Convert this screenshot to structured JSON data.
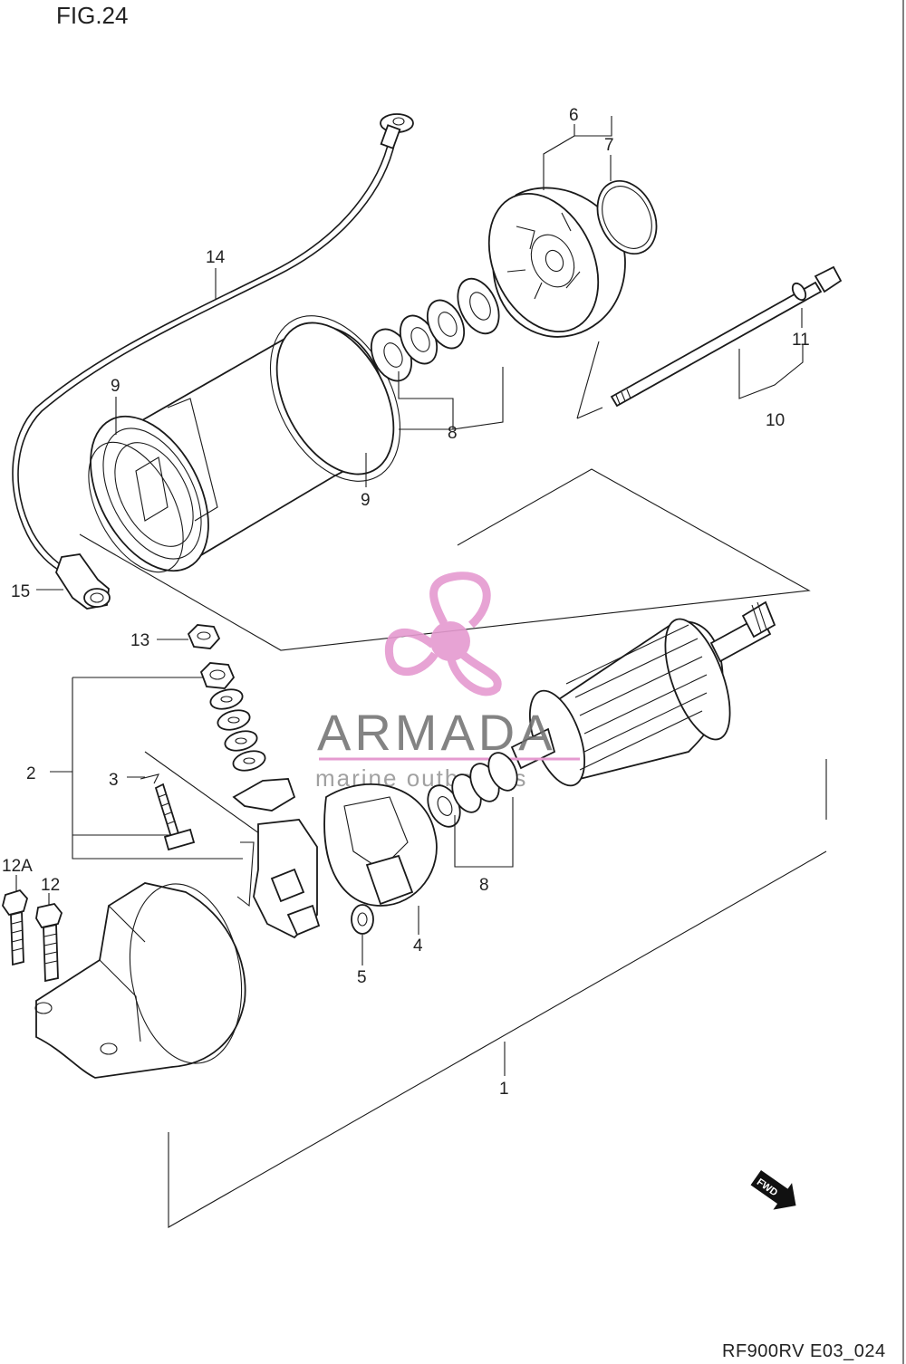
{
  "figure": {
    "title": "FIG.24",
    "code": "RF900RV E03_024",
    "fwd_label": "FWD"
  },
  "watermark": {
    "brand": "ARMADA",
    "tagline": "marine outboards",
    "logo_color": "#e59ad0"
  },
  "callouts": [
    {
      "id": "c1",
      "text": "1"
    },
    {
      "id": "c2",
      "text": "2"
    },
    {
      "id": "c3",
      "text": "3"
    },
    {
      "id": "c4",
      "text": "4"
    },
    {
      "id": "c5",
      "text": "5"
    },
    {
      "id": "c6",
      "text": "6"
    },
    {
      "id": "c7",
      "text": "7"
    },
    {
      "id": "c8a",
      "text": "8"
    },
    {
      "id": "c8b",
      "text": "8"
    },
    {
      "id": "c9a",
      "text": "9"
    },
    {
      "id": "c9b",
      "text": "9"
    },
    {
      "id": "c10",
      "text": "10"
    },
    {
      "id": "c11",
      "text": "11"
    },
    {
      "id": "c12",
      "text": "12"
    },
    {
      "id": "c12a",
      "text": "12A"
    },
    {
      "id": "c13",
      "text": "13"
    },
    {
      "id": "c14",
      "text": "14"
    },
    {
      "id": "c15",
      "text": "15"
    }
  ]
}
